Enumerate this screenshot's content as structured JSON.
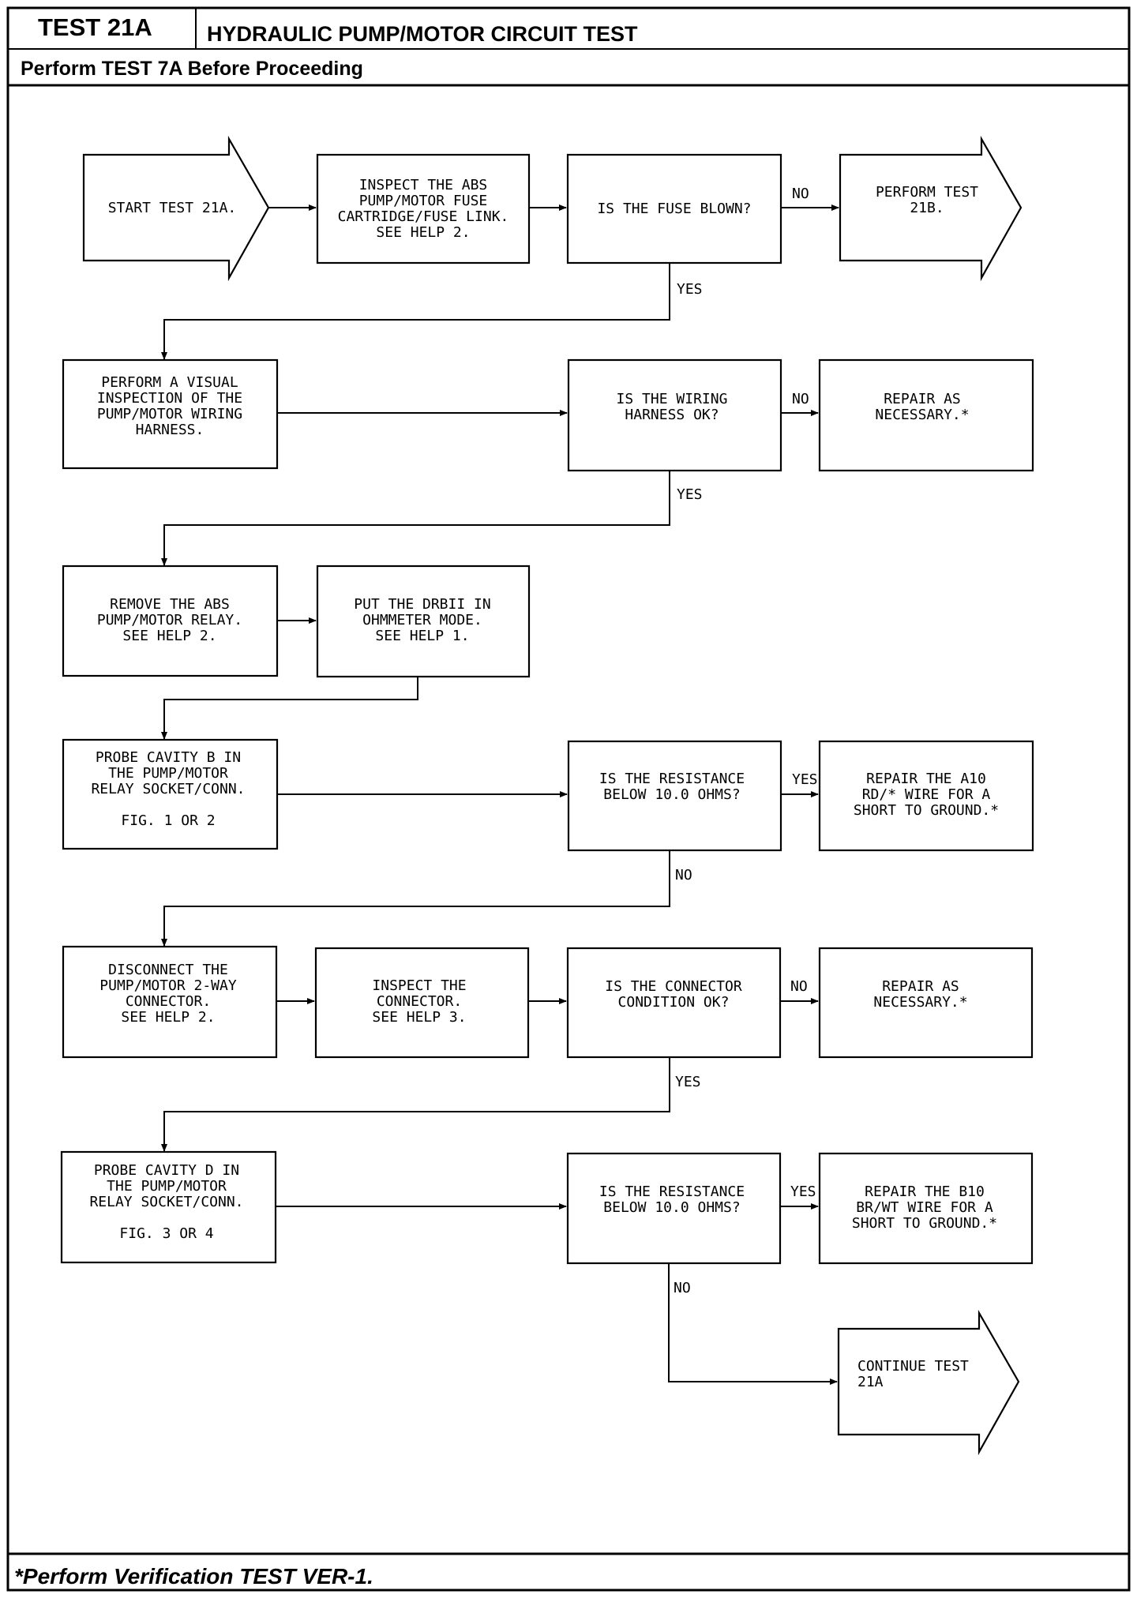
{
  "header": {
    "test_id": "TEST 21A",
    "title": "HYDRAULIC PUMP/MOTOR CIRCUIT TEST",
    "prerequisite": "Perform TEST 7A Before Proceeding"
  },
  "footer": {
    "note": "*Perform Verification TEST VER-1."
  },
  "flow": {
    "start": [
      "START TEST 21A."
    ],
    "inspect_fuse": [
      "INSPECT THE ABS",
      "PUMP/MOTOR FUSE",
      "CARTRIDGE/FUSE LINK.",
      "SEE HELP 2."
    ],
    "fuse_blown": [
      "IS THE FUSE BLOWN?"
    ],
    "perform_21b": [
      "PERFORM TEST",
      "21B."
    ],
    "visual_inspection": [
      "PERFORM A VISUAL",
      "INSPECTION OF THE",
      "PUMP/MOTOR WIRING",
      "HARNESS."
    ],
    "harness_ok": [
      "IS THE WIRING",
      "HARNESS OK?"
    ],
    "repair_1": [
      "REPAIR AS",
      "NECESSARY.*"
    ],
    "remove_relay": [
      "REMOVE THE ABS",
      "PUMP/MOTOR RELAY.",
      "SEE HELP 2."
    ],
    "drbii_ohmmeter": [
      "PUT THE DRBII IN",
      "OHMMETER MODE.",
      "SEE HELP 1."
    ],
    "probe_b": [
      "PROBE CAVITY B IN",
      "THE PUMP/MOTOR",
      "RELAY SOCKET/CONN.",
      "",
      "FIG. 1 OR 2"
    ],
    "resistance_1": [
      "IS THE RESISTANCE",
      "BELOW 10.0 OHMS?"
    ],
    "repair_a10": [
      "REPAIR THE A10",
      "RD/* WIRE FOR A",
      "SHORT TO GROUND.*"
    ],
    "disconnect": [
      "DISCONNECT THE",
      "PUMP/MOTOR 2-WAY",
      "CONNECTOR.",
      "SEE HELP 2."
    ],
    "inspect_conn": [
      "INSPECT THE",
      "CONNECTOR.",
      "SEE HELP 3."
    ],
    "conn_ok": [
      "IS THE CONNECTOR",
      "CONDITION OK?"
    ],
    "repair_2": [
      "REPAIR AS",
      "NECESSARY.*"
    ],
    "probe_d": [
      "PROBE CAVITY D IN",
      "THE PUMP/MOTOR",
      "RELAY SOCKET/CONN.",
      "",
      "FIG. 3 OR 4"
    ],
    "resistance_2": [
      "IS THE RESISTANCE",
      "BELOW 10.0 OHMS?"
    ],
    "repair_b10": [
      "REPAIR THE B10",
      "BR/WT WIRE FOR A",
      "SHORT TO GROUND.*"
    ],
    "continue": [
      "CONTINUE TEST",
      "21A"
    ]
  },
  "branch_labels": {
    "fuse_no": "NO",
    "fuse_yes": "YES",
    "harness_no": "NO",
    "harness_yes": "YES",
    "res1_yes": "YES",
    "res1_no": "NO",
    "conn_no": "NO",
    "conn_yes": "YES",
    "res2_yes": "YES",
    "res2_no": "NO"
  }
}
